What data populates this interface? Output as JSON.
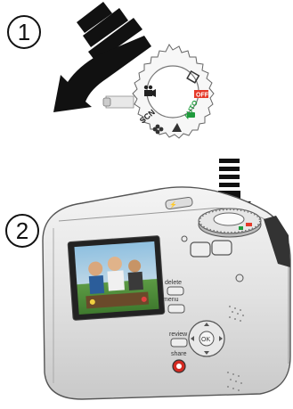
{
  "steps": [
    {
      "number": "1"
    },
    {
      "number": "2"
    }
  ],
  "dial_labels": {
    "off": "OFF",
    "auto": "AUTO",
    "scn": "SCN"
  },
  "camera_labels": {
    "delete": "delete",
    "menu": "menu",
    "review": "review",
    "share": "share",
    "ok": "OK"
  },
  "icons": [
    "mode-dial-arrow-icon",
    "shutter-press-arrow-icon",
    "movie-camera-icon",
    "flower-icon",
    "mountain-icon",
    "favorites-icon"
  ],
  "colors": {
    "off_badge": "#e53a2a",
    "auto_text": "#1f9a3c",
    "share_button": "#d42a22",
    "lcd_sky": "#7fb2d6",
    "lcd_grass": "#4e8d3a"
  }
}
